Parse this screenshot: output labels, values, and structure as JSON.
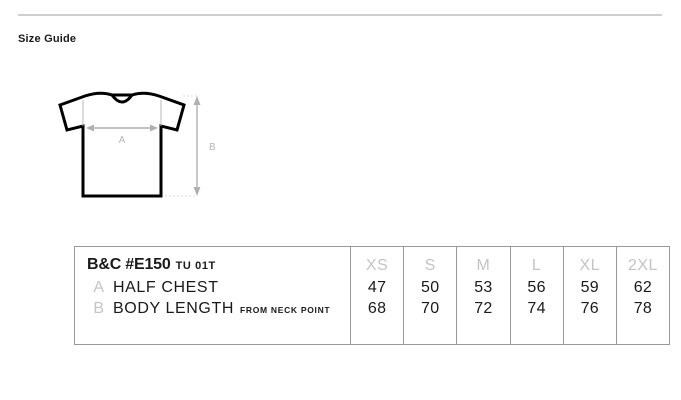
{
  "header": {
    "title": "Size Guide"
  },
  "diagram": {
    "name": "tshirt-diagram",
    "measure_a_label": "A",
    "measure_b_label": "B",
    "outline_color": "#000000",
    "arrow_color": "#b0b0b0",
    "guide_color": "#d8d8d8"
  },
  "table": {
    "model": "B&C #E150",
    "model_code": "TU 01T",
    "rows": [
      {
        "letter": "A",
        "name": "HALF CHEST",
        "note": "",
        "values": [
          "47",
          "50",
          "53",
          "56",
          "59",
          "62"
        ]
      },
      {
        "letter": "B",
        "name": "BODY LENGTH",
        "note": "FROM NECK POINT",
        "values": [
          "68",
          "70",
          "72",
          "74",
          "76",
          "78"
        ]
      }
    ],
    "sizes": [
      "XS",
      "S",
      "M",
      "L",
      "XL",
      "2XL"
    ],
    "border_color": "#9a9a9a",
    "muted_color": "#c4c4c4"
  }
}
